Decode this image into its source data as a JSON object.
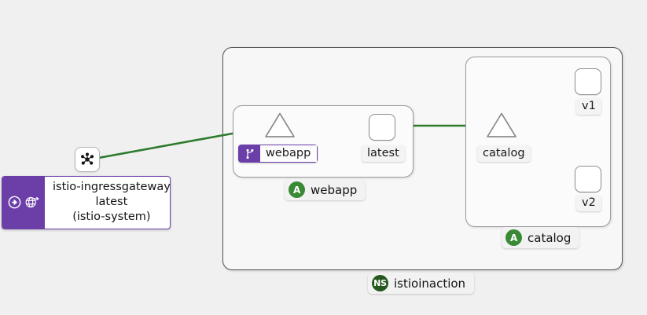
{
  "graph": {
    "type": "service-mesh-topology",
    "namespace_group": {
      "kind_label": "NS",
      "name": "istioinaction"
    },
    "external_gateway": {
      "mesh_icon": "mesh-node-icon",
      "badge_icons": [
        "gateway-arrow-icon",
        "globe-icon"
      ],
      "line1": "istio-ingressgateway",
      "line2": "latest",
      "line3": "(istio-system)"
    },
    "apps": [
      {
        "kind_label": "A",
        "name": "webapp"
      },
      {
        "kind_label": "A",
        "name": "catalog"
      }
    ],
    "nodes": [
      {
        "id": "webapp-svc",
        "label": "webapp",
        "shape": "triangle",
        "role": "service",
        "badge": "virtualservice-route-icon"
      },
      {
        "id": "webapp-latest",
        "label": "latest",
        "shape": "rounded-square",
        "role": "workload"
      },
      {
        "id": "catalog-svc",
        "label": "catalog",
        "shape": "triangle",
        "role": "service"
      },
      {
        "id": "catalog-v1",
        "label": "v1",
        "shape": "rounded-square",
        "role": "workload"
      },
      {
        "id": "catalog-v2",
        "label": "v2",
        "shape": "rounded-square",
        "role": "workload"
      }
    ],
    "edges": [
      {
        "from": "istio-ingressgateway",
        "to": "webapp-svc"
      },
      {
        "from": "webapp-svc",
        "to": "webapp-latest"
      },
      {
        "from": "webapp-latest",
        "to": "catalog-svc"
      },
      {
        "from": "catalog-svc",
        "to": "catalog-v1"
      },
      {
        "from": "catalog-svc",
        "to": "catalog-v2"
      }
    ],
    "colors": {
      "edge": "#2d7b2d",
      "app_badge": "#3a8a35",
      "ns_badge": "#24581f",
      "config_badge": "#6c3fa8",
      "canvas": "#f0f0f0"
    }
  }
}
